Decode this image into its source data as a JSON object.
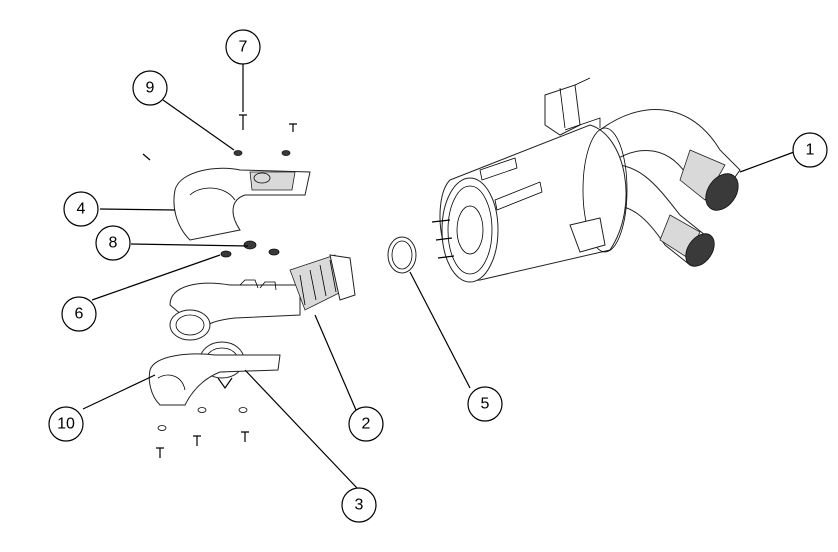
{
  "callouts": [
    {
      "id": "c1",
      "label": "1"
    },
    {
      "id": "c2",
      "label": "2"
    },
    {
      "id": "c3",
      "label": "3"
    },
    {
      "id": "c4",
      "label": "4"
    },
    {
      "id": "c5",
      "label": "5"
    },
    {
      "id": "c6",
      "label": "6"
    },
    {
      "id": "c7",
      "label": "7"
    },
    {
      "id": "c8",
      "label": "8"
    },
    {
      "id": "c9",
      "label": "9"
    },
    {
      "id": "c10",
      "label": "10"
    }
  ]
}
